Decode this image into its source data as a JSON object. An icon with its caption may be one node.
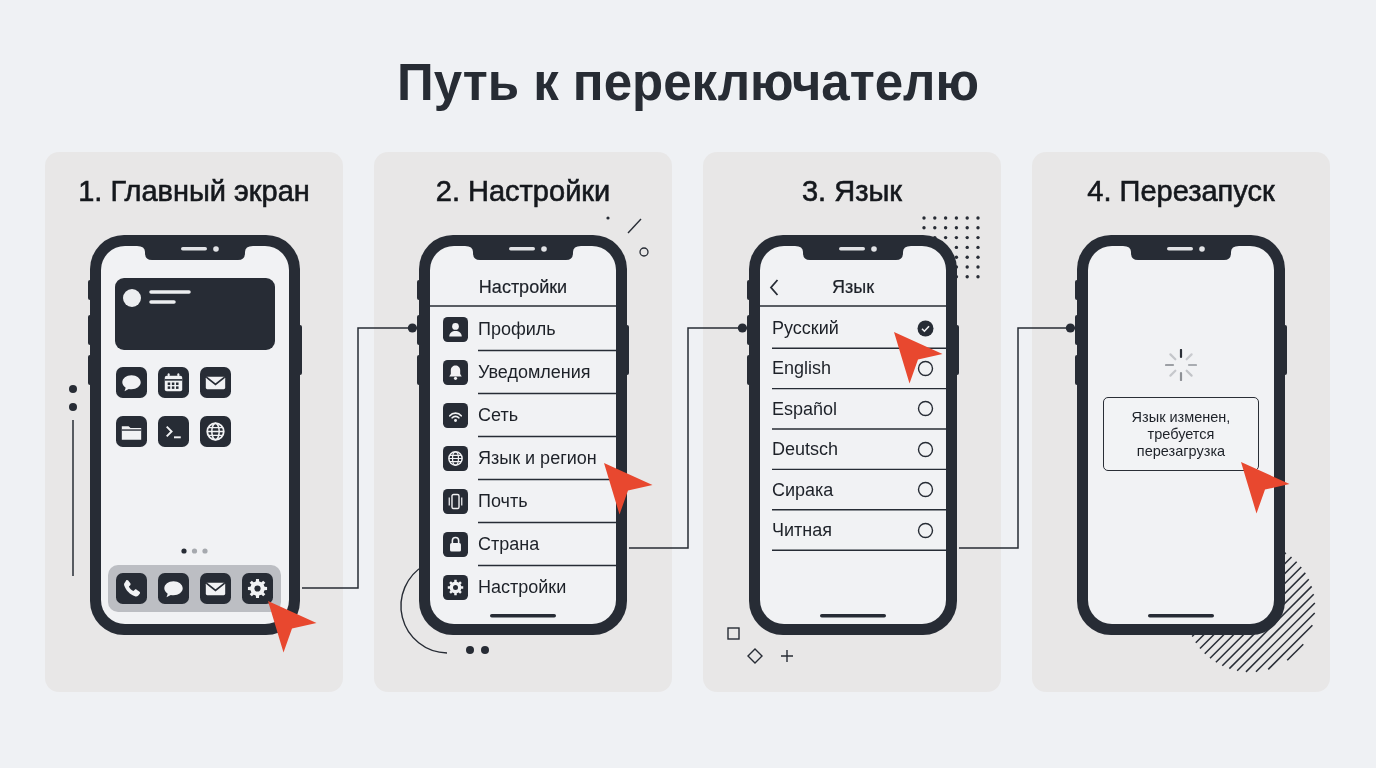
{
  "diagram": {
    "title": "Путь к переключателю",
    "nodes": [
      {
        "text": [
          "1. Главный экран"
        ]
      },
      {
        "text": [],
        "shape": "phone",
        "in": 0
      },
      {
        "text": [
          "2. Настройки"
        ]
      },
      {
        "text": [
          "Настройки",
          "Профиль",
          "Уведомления",
          "Сеть",
          "Язык и регион",
          "Почть",
          "Страна",
          "Настройки"
        ],
        "in": 2
      },
      {
        "text": [
          "3. Язык"
        ]
      },
      {
        "text": [
          "Язык",
          "Русский",
          "English",
          "Español",
          "Deutsch",
          "Сирака",
          "Читная"
        ],
        "in": 4
      },
      {
        "text": [
          "4. Перезапуск"
        ]
      },
      {
        "text": [],
        "shape": "phone",
        "in": 6
      },
      {
        "text": [
          "Язык изменен, требуется перезагрузка"
        ],
        "in": 7
      }
    ],
    "edges": [
      {
        "from": 1,
        "to": 3,
        "arrow": "other"
      },
      {
        "from": 3,
        "to": 5,
        "arrow": "other"
      },
      {
        "from": 5,
        "to": 7,
        "arrow": "other"
      }
    ]
  }
}
